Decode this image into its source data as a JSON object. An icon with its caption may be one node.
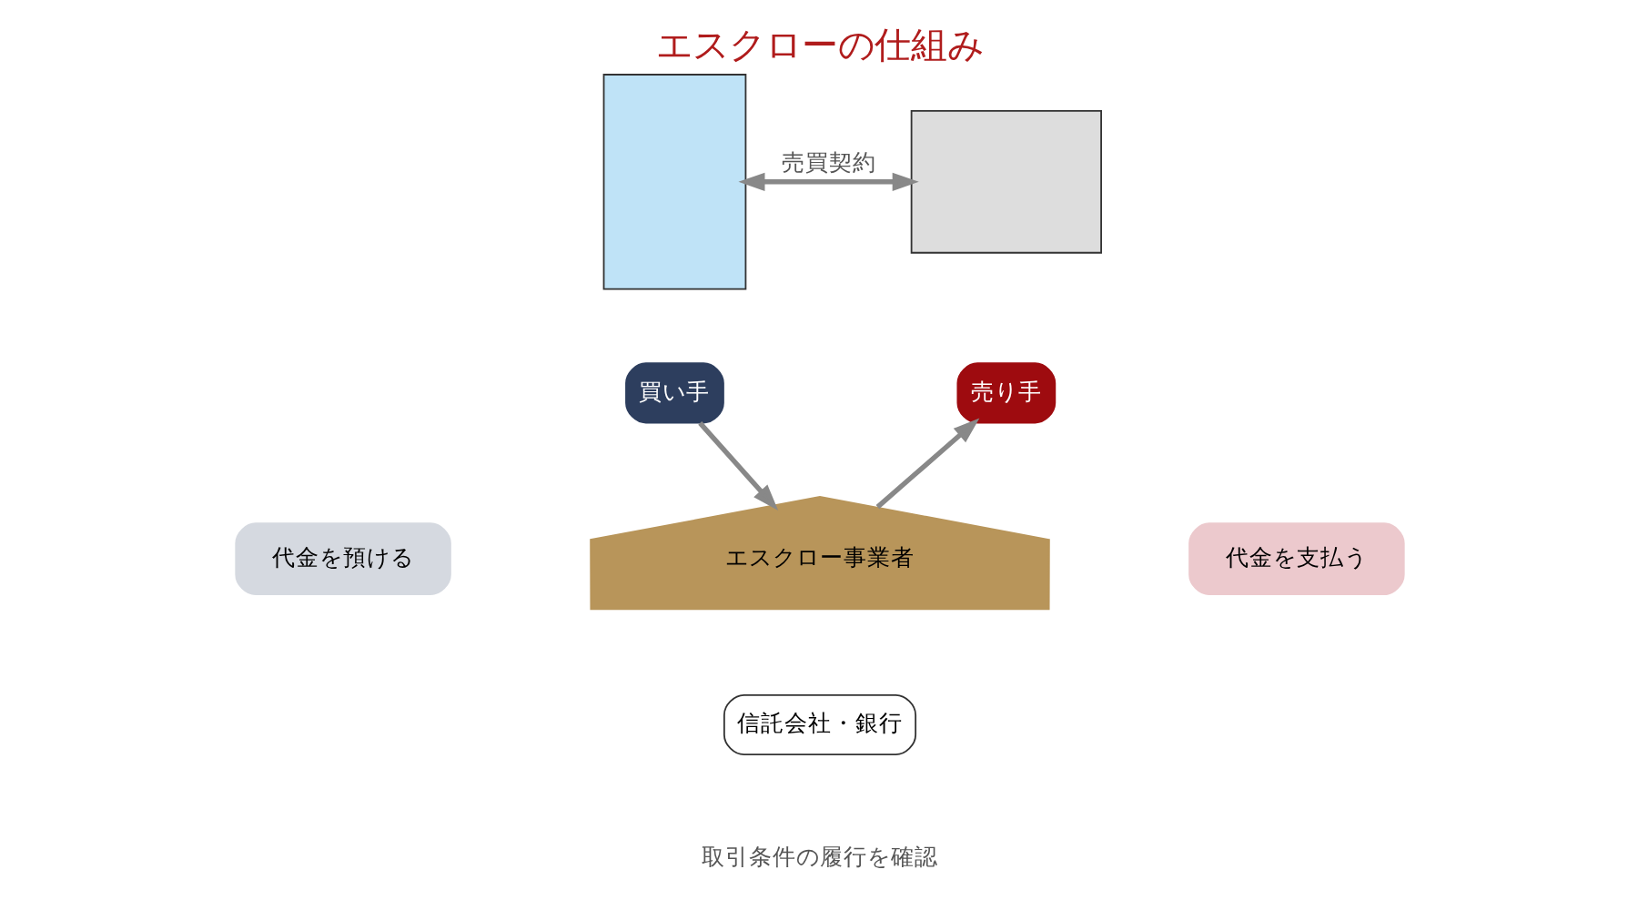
{
  "diagram": {
    "title": "エスクローの仕組み",
    "nodes": [
      {
        "text": [],
        "shape": "box"
      },
      {
        "text": [
          "買い手"
        ]
      },
      {
        "text": [],
        "shape": "box"
      },
      {
        "text": [
          "売り手"
        ]
      },
      {
        "text": [
          "エスクロー事業者"
        ]
      },
      {
        "text": [
          "信託会社・銀行"
        ]
      },
      {
        "text": [
          "代金を預ける"
        ]
      },
      {
        "text": [
          "代金を支払う"
        ]
      }
    ],
    "edges": [
      {
        "from": 0,
        "to": 2,
        "arrow": "both",
        "label": "売買契約"
      },
      {
        "from": 1,
        "to": 4,
        "arrow": "to"
      },
      {
        "from": 4,
        "to": 3,
        "arrow": "to"
      }
    ],
    "labels": [
      "取引条件の履行を確認"
    ]
  }
}
